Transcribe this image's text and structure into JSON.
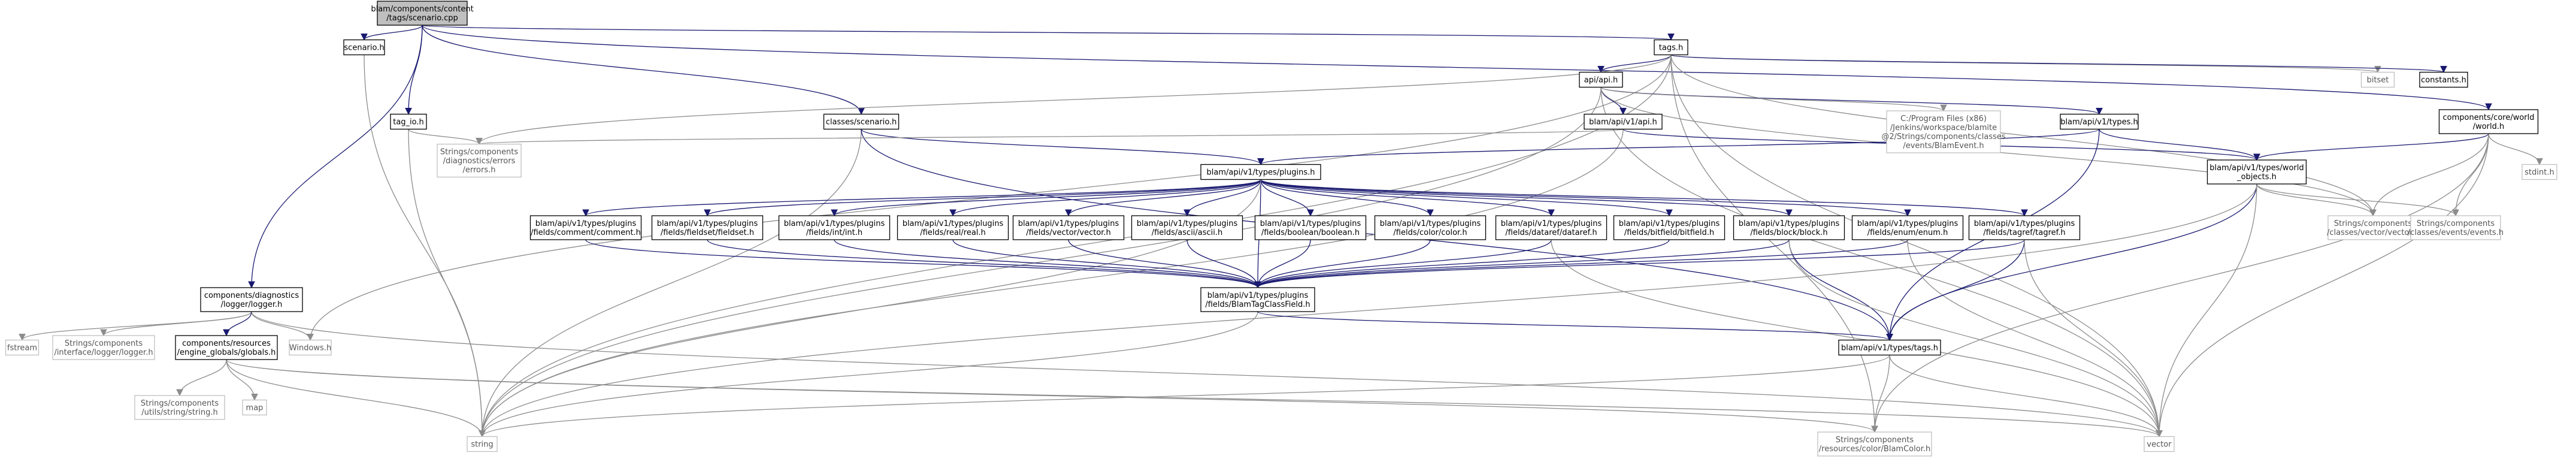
{
  "colors": {
    "edge_blue": "#191970",
    "edge_gray": "#8c8c8c",
    "root_fill": "#bfbfbf",
    "node_border": "#000000",
    "external_border": "#bfbfbf"
  },
  "nodes": [
    {
      "id": "root",
      "lines": [
        "blam/components/content",
        "/tags/scenario.cpp"
      ],
      "style": "root"
    },
    {
      "id": "scenario_h",
      "lines": [
        "scenario.h"
      ],
      "style": "normal"
    },
    {
      "id": "tags_h",
      "lines": [
        "tags.h"
      ],
      "style": "normal"
    },
    {
      "id": "tag_io_h",
      "lines": [
        "tag_io.h"
      ],
      "style": "normal"
    },
    {
      "id": "classes_scenario_h",
      "lines": [
        "classes/scenario.h"
      ],
      "style": "normal"
    },
    {
      "id": "api_h",
      "lines": [
        "api/api.h"
      ],
      "style": "normal"
    },
    {
      "id": "blam_api_v1_tags_h",
      "lines": [
        "blam/api/v1/api.h"
      ],
      "style": "normal"
    },
    {
      "id": "blam_api_v1_types_h",
      "lines": [
        "blam/api/v1/types.h"
      ],
      "style": "normal"
    },
    {
      "id": "program_files_blam_event",
      "lines": [
        "C:/Program Files (x86)",
        "/Jenkins/workspace/blamite",
        "@2/Strings/components/classes",
        "/events/BlamEvent.h"
      ],
      "style": "gray"
    },
    {
      "id": "strings_errors_h",
      "lines": [
        "Strings/components",
        "/diagnostics/errors",
        "/errors.h"
      ],
      "style": "gray"
    },
    {
      "id": "bitset",
      "lines": [
        "bitset"
      ],
      "style": "gray"
    },
    {
      "id": "constants_h",
      "lines": [
        "constants.h"
      ],
      "style": "normal"
    },
    {
      "id": "world_h",
      "lines": [
        "components/core/world",
        "/world.h"
      ],
      "style": "normal"
    },
    {
      "id": "stdint_h",
      "lines": [
        "stdint.h"
      ],
      "style": "gray"
    },
    {
      "id": "plugins_h",
      "lines": [
        "blam/api/v1/types/plugins.h"
      ],
      "style": "normal"
    },
    {
      "id": "world_objects_h",
      "lines": [
        "blam/api/v1/types/world",
        "_objects.h"
      ],
      "style": "normal"
    },
    {
      "id": "strings_vector_h",
      "lines": [
        "Strings/components",
        "/classes/vector/vector.h"
      ],
      "style": "gray"
    },
    {
      "id": "strings_events_h",
      "lines": [
        "Strings/components",
        "/classes/events/events.h"
      ],
      "style": "gray"
    },
    {
      "id": "comment_h",
      "lines": [
        "blam/api/v1/types/plugins",
        "/fields/comment/comment.h"
      ],
      "style": "normal"
    },
    {
      "id": "fieldset_h",
      "lines": [
        "blam/api/v1/types/plugins",
        "/fields/fieldset/fieldset.h"
      ],
      "style": "normal"
    },
    {
      "id": "int_h",
      "lines": [
        "blam/api/v1/types/plugins",
        "/fields/int/int.h"
      ],
      "style": "normal"
    },
    {
      "id": "real_h",
      "lines": [
        "blam/api/v1/types/plugins",
        "/fields/real/real.h"
      ],
      "style": "normal"
    },
    {
      "id": "vector_plugin_h",
      "lines": [
        "blam/api/v1/types/plugins",
        "/fields/vector/vector.h"
      ],
      "style": "normal"
    },
    {
      "id": "ascii_h",
      "lines": [
        "blam/api/v1/types/plugins",
        "/fields/ascii/ascii.h"
      ],
      "style": "normal"
    },
    {
      "id": "boolean_h",
      "lines": [
        "blam/api/v1/types/plugins",
        "/fields/boolean/boolean.h"
      ],
      "style": "normal"
    },
    {
      "id": "color_h",
      "lines": [
        "blam/api/v1/types/plugins",
        "/fields/color/color.h"
      ],
      "style": "normal"
    },
    {
      "id": "dataref_h",
      "lines": [
        "blam/api/v1/types/plugins",
        "/fields/dataref/dataref.h"
      ],
      "style": "normal"
    },
    {
      "id": "bitfield_h",
      "lines": [
        "blam/api/v1/types/plugins",
        "/fields/bitfield/bitfield.h"
      ],
      "style": "normal"
    },
    {
      "id": "block_h",
      "lines": [
        "blam/api/v1/types/plugins",
        "/fields/block/block.h"
      ],
      "style": "normal"
    },
    {
      "id": "enum_h",
      "lines": [
        "blam/api/v1/types/plugins",
        "/fields/enum/enum.h"
      ],
      "style": "normal"
    },
    {
      "id": "tagref_h",
      "lines": [
        "blam/api/v1/types/plugins",
        "/fields/tagref/tagref.h"
      ],
      "style": "normal"
    },
    {
      "id": "logger_h",
      "lines": [
        "components/diagnostics",
        "/logger/logger.h"
      ],
      "style": "normal"
    },
    {
      "id": "windows_h",
      "lines": [
        "Windows.h"
      ],
      "style": "gray"
    },
    {
      "id": "fstream",
      "lines": [
        "fstream"
      ],
      "style": "gray"
    },
    {
      "id": "strings_logger_h",
      "lines": [
        "Strings/components",
        "/interface/logger/logger.h"
      ],
      "style": "gray"
    },
    {
      "id": "globals_h",
      "lines": [
        "components/resources",
        "/engine_globals/globals.h"
      ],
      "style": "normal"
    },
    {
      "id": "blam_tag_class_field_h",
      "lines": [
        "blam/api/v1/types/plugins",
        "/fields/BlamTagClassField.h"
      ],
      "style": "normal"
    },
    {
      "id": "types_tags_h",
      "lines": [
        "blam/api/v1/types/tags.h"
      ],
      "style": "normal"
    },
    {
      "id": "strings_string_h",
      "lines": [
        "Strings/components",
        "/utils/string/string.h"
      ],
      "style": "gray"
    },
    {
      "id": "map",
      "lines": [
        "map"
      ],
      "style": "gray"
    },
    {
      "id": "string",
      "lines": [
        "string"
      ],
      "style": "gray"
    },
    {
      "id": "strings_blamcolor_h",
      "lines": [
        "Strings/components",
        "/resources/color/BlamColor.h"
      ],
      "style": "gray"
    },
    {
      "id": "vector",
      "lines": [
        "vector"
      ],
      "style": "gray"
    }
  ],
  "edges": [
    [
      "root",
      "scenario_h"
    ],
    [
      "root",
      "tags_h"
    ],
    [
      "root",
      "tag_io_h"
    ],
    [
      "root",
      "classes_scenario_h"
    ],
    [
      "root",
      "world_h"
    ],
    [
      "root",
      "logger_h"
    ],
    [
      "scenario_h",
      "string"
    ],
    [
      "tags_h",
      "api_h"
    ],
    [
      "tags_h",
      "bitset"
    ],
    [
      "tags_h",
      "constants_h"
    ],
    [
      "tags_h",
      "strings_errors_h"
    ],
    [
      "tags_h",
      "windows_h"
    ],
    [
      "tags_h",
      "string"
    ],
    [
      "tags_h",
      "strings_vector_h"
    ],
    [
      "tags_h",
      "vector"
    ],
    [
      "tags_h",
      "strings_blamcolor_h"
    ],
    [
      "tag_io_h",
      "strings_errors_h"
    ],
    [
      "tag_io_h",
      "string"
    ],
    [
      "classes_scenario_h",
      "plugins_h"
    ],
    [
      "classes_scenario_h",
      "string"
    ],
    [
      "classes_scenario_h",
      "types_tags_h"
    ],
    [
      "api_h",
      "blam_api_v1_tags_h"
    ],
    [
      "api_h",
      "blam_api_v1_types_h"
    ],
    [
      "api_h",
      "program_files_blam_event"
    ],
    [
      "api_h",
      "string"
    ],
    [
      "api_h",
      "strings_vector_h"
    ],
    [
      "api_h",
      "vector"
    ],
    [
      "blam_api_v1_tags_h",
      "strings_errors_h"
    ],
    [
      "blam_api_v1_tags_h",
      "world_objects_h"
    ],
    [
      "blam_api_v1_tags_h",
      "string"
    ],
    [
      "blam_api_v1_types_h",
      "plugins_h"
    ],
    [
      "blam_api_v1_types_h",
      "world_objects_h"
    ],
    [
      "blam_api_v1_types_h",
      "types_tags_h"
    ],
    [
      "world_h",
      "world_objects_h"
    ],
    [
      "world_h",
      "stdint_h"
    ],
    [
      "world_h",
      "strings_vector_h"
    ],
    [
      "world_h",
      "strings_events_h"
    ],
    [
      "world_h",
      "vector"
    ],
    [
      "world_h",
      "strings_blamcolor_h"
    ],
    [
      "world_objects_h",
      "strings_vector_h"
    ],
    [
      "world_objects_h",
      "strings_events_h"
    ],
    [
      "world_objects_h",
      "types_tags_h"
    ],
    [
      "world_objects_h",
      "string"
    ],
    [
      "world_objects_h",
      "vector"
    ],
    [
      "plugins_h",
      "comment_h"
    ],
    [
      "plugins_h",
      "fieldset_h"
    ],
    [
      "plugins_h",
      "int_h"
    ],
    [
      "plugins_h",
      "real_h"
    ],
    [
      "plugins_h",
      "vector_plugin_h"
    ],
    [
      "plugins_h",
      "ascii_h"
    ],
    [
      "plugins_h",
      "boolean_h"
    ],
    [
      "plugins_h",
      "color_h"
    ],
    [
      "plugins_h",
      "dataref_h"
    ],
    [
      "plugins_h",
      "bitfield_h"
    ],
    [
      "plugins_h",
      "block_h"
    ],
    [
      "plugins_h",
      "enum_h"
    ],
    [
      "plugins_h",
      "tagref_h"
    ],
    [
      "plugins_h",
      "blam_tag_class_field_h"
    ],
    [
      "plugins_h",
      "string"
    ],
    [
      "comment_h",
      "blam_tag_class_field_h"
    ],
    [
      "fieldset_h",
      "blam_tag_class_field_h"
    ],
    [
      "int_h",
      "blam_tag_class_field_h"
    ],
    [
      "real_h",
      "blam_tag_class_field_h"
    ],
    [
      "vector_plugin_h",
      "blam_tag_class_field_h"
    ],
    [
      "ascii_h",
      "blam_tag_class_field_h"
    ],
    [
      "boolean_h",
      "blam_tag_class_field_h"
    ],
    [
      "color_h",
      "blam_tag_class_field_h"
    ],
    [
      "dataref_h",
      "blam_tag_class_field_h"
    ],
    [
      "dataref_h",
      "vector"
    ],
    [
      "bitfield_h",
      "blam_tag_class_field_h"
    ],
    [
      "block_h",
      "blam_tag_class_field_h"
    ],
    [
      "block_h",
      "types_tags_h"
    ],
    [
      "block_h",
      "vector"
    ],
    [
      "enum_h",
      "blam_tag_class_field_h"
    ],
    [
      "enum_h",
      "vector"
    ],
    [
      "tagref_h",
      "blam_tag_class_field_h"
    ],
    [
      "tagref_h",
      "types_tags_h"
    ],
    [
      "tagref_h",
      "vector"
    ],
    [
      "blam_tag_class_field_h",
      "string"
    ],
    [
      "blam_tag_class_field_h",
      "types_tags_h"
    ],
    [
      "logger_h",
      "windows_h"
    ],
    [
      "logger_h",
      "fstream"
    ],
    [
      "logger_h",
      "strings_logger_h"
    ],
    [
      "logger_h",
      "globals_h"
    ],
    [
      "logger_h",
      "vector"
    ],
    [
      "globals_h",
      "strings_string_h"
    ],
    [
      "globals_h",
      "map"
    ],
    [
      "globals_h",
      "string"
    ],
    [
      "globals_h",
      "strings_blamcolor_h"
    ],
    [
      "globals_h",
      "vector"
    ],
    [
      "types_tags_h",
      "string"
    ],
    [
      "types_tags_h",
      "strings_blamcolor_h"
    ],
    [
      "types_tags_h",
      "vector"
    ]
  ]
}
